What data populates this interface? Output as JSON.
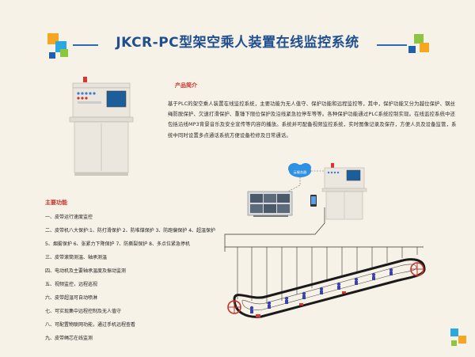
{
  "header": {
    "title": "JKCR-PC型架空乘人装置在线监控系统"
  },
  "colors": {
    "accent_blue": "#2b6cb5",
    "heading_red": "#c8312a",
    "background": "#f7f2e8",
    "square_orange": "#f5a623",
    "square_green": "#8cc63e",
    "square_cyan": "#2aa9e0"
  },
  "intro": {
    "heading": "产品简介",
    "body": "基于PLC的架空乘人装置在线监控系统，主要功能为无人值守、保护功能和远程监控等，其中，保护功能又分为越位保护、钢丝绳防脱保护、欠速打滑保护、重锤下限位保护及沿线紧急拉停车等等。各种保护功能通过PLC系统控制实现。在线监控系统中还包括沿线MP3背景音乐及安全宣传等内容的播放。系统并可配备视频监控系统，实时图像记录及保存，方便人员及设备监管，系统中同时设置多点通话系统方便设备检修及日常通话。"
  },
  "features": {
    "heading": "主要功能",
    "items": [
      "一、皮带运行速度监控",
      "二、皮带机八大保护:1、防打滑保护 2、防堆煤保护 3、防跑偏保护 4、超温保护",
      "5、烟雾保护 6、张紧力下降保护 7、防撕裂保护 8、多点位紧急停机",
      "三、皮带滚筒测温、轴承测温",
      "四、电动机及主要轴承温度及振动监测",
      "五、视频监控，远程巡视",
      "六、皮带超温可自动喷淋",
      "七、可实现集中远程控制及无人值守",
      "八、可配置物联网功能，通过手机远程查看",
      "九、皮带绳芯在线监测"
    ]
  },
  "diagram": {
    "cloud_label": "云服务器"
  }
}
